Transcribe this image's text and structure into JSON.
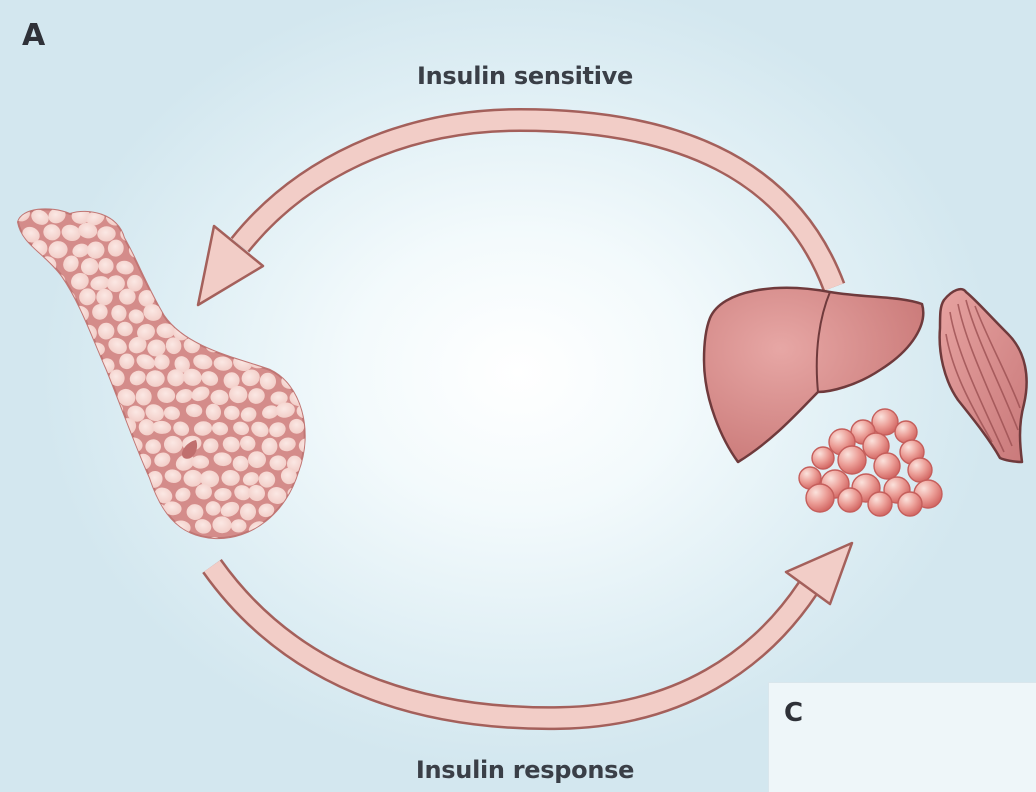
{
  "diagram": {
    "panel_label_a": "A",
    "panel_label_c": "C",
    "top_arrow_label": "Insulin sensitive",
    "bottom_arrow_label": "Insulin response"
  },
  "colors": {
    "arrow_fill": "#f2cdc7",
    "arrow_stroke": "#a4605b",
    "organ_fill": "#d88f8e",
    "organ_stroke": "#6f3a3c",
    "pancreas_cell": "#f7dcd6",
    "pancreas_web": "#d48c8a"
  }
}
